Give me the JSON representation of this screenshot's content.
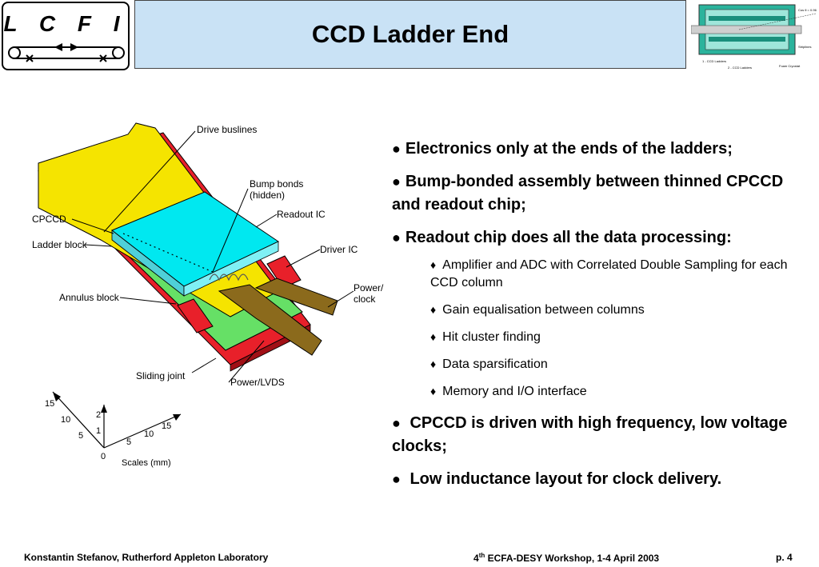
{
  "logo": {
    "text": "L C F I"
  },
  "header": {
    "title": "CCD Ladder End"
  },
  "thumbnail": {
    "labels": [
      "Cos θ = 0.96",
      "Striplines",
      "Foam Cryostat",
      "1 - CCD Ladders",
      "2 - CCD Ladders"
    ]
  },
  "diagram": {
    "labels": {
      "drive_buslines": "Drive buslines",
      "bump_bonds_1": "Bump bonds",
      "bump_bonds_2": "(hidden)",
      "readout_ic": "Readout IC",
      "cpccd": "CPCCD",
      "ladder_block": "Ladder block",
      "driver_ic": "Driver IC",
      "power_clock_1": "Power/",
      "power_clock_2": "clock",
      "annulus_block": "Annulus block",
      "sliding_joint": "Sliding joint",
      "power_lvds": "Power/LVDS",
      "scales": "Scales (mm)"
    },
    "scale_ticks": [
      "15",
      "10",
      "5",
      "2",
      "1",
      "0",
      "5",
      "10",
      "15"
    ],
    "colors": {
      "yellow": "#f5e400",
      "cyan": "#00e8f0",
      "green": "#66e066",
      "red": "#e8202a",
      "brown": "#8b6a1c"
    }
  },
  "bullets": [
    {
      "text": "Electronics only at the ends of the ladders;"
    },
    {
      "text": "Bump-bonded assembly between thinned CPCCD and readout chip;"
    },
    {
      "text": "Readout chip does all the data processing:"
    }
  ],
  "sub_bullets": [
    {
      "text": "Amplifier and ADC with Correlated Double Sampling for each CCD column"
    },
    {
      "text": "Gain equalisation between columns"
    },
    {
      "text": "Hit cluster finding"
    },
    {
      "text": "Data sparsification"
    },
    {
      "text": "Memory and I/O interface"
    }
  ],
  "bullets_after": [
    {
      "text": "CPCCD is driven with high frequency, low voltage clocks;"
    },
    {
      "text": "Low inductance layout for clock delivery."
    }
  ],
  "footer": {
    "left": "Konstantin Stefanov, Rutherford Appleton Laboratory",
    "center_num": "4",
    "center_sup": "th",
    "center_rest": " ECFA-DESY Workshop, 1-4 April 2003",
    "right": "p. 4"
  }
}
